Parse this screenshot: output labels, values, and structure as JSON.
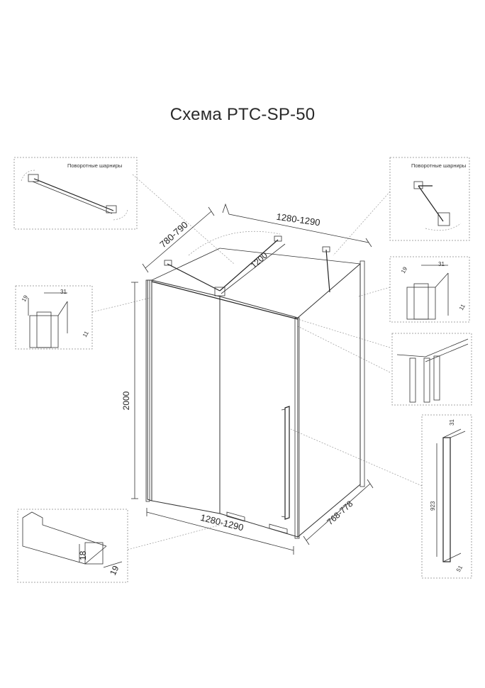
{
  "title": "Схема PTC-SP-50",
  "dimensions": {
    "top_depth": "780-790",
    "top_width": "1280-1290",
    "bar_length": "1200",
    "height": "2000",
    "bottom_width": "1280-1290",
    "bottom_depth": "768-778"
  },
  "details": {
    "hinge_left_caption": "Поворотные шарниры",
    "hinge_right_caption": "Поворотные шарниры",
    "profile_left_w": "31",
    "profile_left_d": "19",
    "profile_left_s": "11",
    "profile_right_w": "31",
    "profile_right_d": "19",
    "profile_right_s": "11",
    "bottom_track_h": "18",
    "bottom_track_w": "19",
    "handle_len": "923",
    "handle_top": "31",
    "handle_bot": "51"
  }
}
